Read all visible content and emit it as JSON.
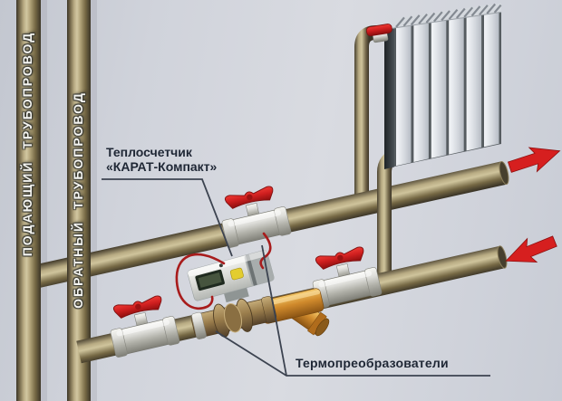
{
  "diagram": {
    "labels": {
      "supply_riser": "ПОДАЮЩИЙ ТРУБОПРОВОД",
      "return_riser": "ОБРАТНЫЙ ТРУБОПРОВОД",
      "heat_meter": {
        "line1": "Теплосчетчик",
        "line2": "«КАРАТ-Компакт»"
      },
      "temp_sensors": "Термопреобразователи"
    },
    "colors": {
      "background": "#ced1d9",
      "pipe_brass": "#9c8e63",
      "valve_handle_red": "#cf1f1f",
      "strainer_orange": "#d08a2c",
      "flow_sensor_brass": "#9a7d4c",
      "meter_body_gray": "#d9dad6",
      "meter_lcd_dark": "#46543e",
      "meter_button_yellow": "#e3cd2f",
      "flow_arrow_red": "#d61f1f",
      "sensor_wire_red": "#a81c1c",
      "callout_line": "#3c4350",
      "label_text_dark": "#1f2735",
      "riser_label_white": "#f4f4f0",
      "radiator_white": "#e7eaee"
    }
  }
}
